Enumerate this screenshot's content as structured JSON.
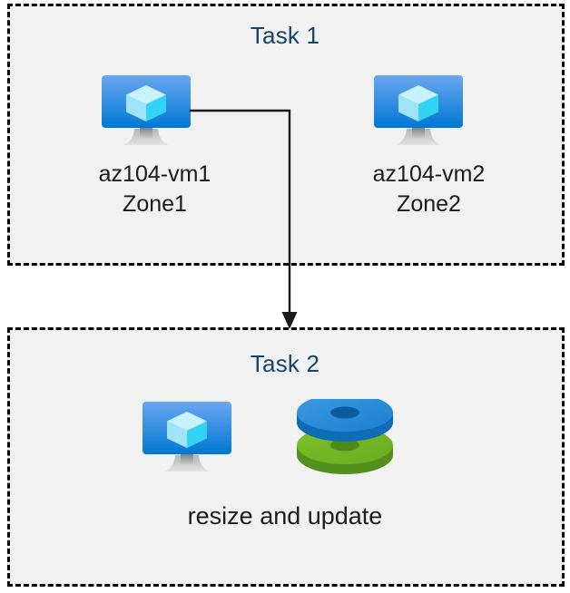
{
  "diagram": {
    "title_color": "#14466b",
    "box_fill": "#f1f1f1",
    "box_border_color": "#000000",
    "connector_color": "#1a1a1a",
    "label_color": "#1c1c1c",
    "background": "#ffffff"
  },
  "task1": {
    "title": "Task 1",
    "vm1": {
      "icon": "virtual-machine-icon",
      "label": "az104-vm1\nZone1",
      "name": "az104-vm1",
      "zone": "Zone1"
    },
    "vm2": {
      "icon": "virtual-machine-icon",
      "label": "az104-vm2\nZone2",
      "name": "az104-vm2",
      "zone": "Zone2"
    }
  },
  "task2": {
    "title": "Task 2",
    "vm": {
      "icon": "virtual-machine-icon"
    },
    "disks": {
      "icon": "managed-disks-icon",
      "top_disk_color": "#1b8fe0",
      "bottom_disk_color": "#72b52b"
    },
    "caption": "resize and update"
  },
  "connector": {
    "from": "az104-vm1",
    "to": "Task 2",
    "arrow": "down-arrow"
  },
  "icon_colors": {
    "monitor_screen_top": "#6aa6ef",
    "monitor_screen_bottom": "#0078d4",
    "monitor_stand": "#9d9d9d",
    "cube_top": "#c3f1fb",
    "cube_left": "#9ae3f7",
    "cube_right": "#32d4f5"
  }
}
